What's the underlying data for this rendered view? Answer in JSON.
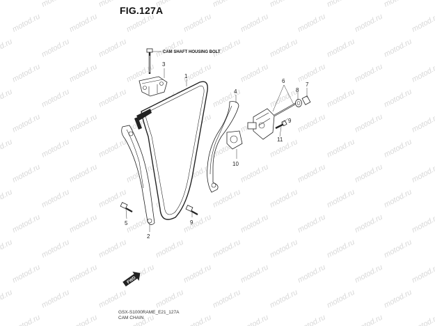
{
  "figure": {
    "title": "FIG.127A",
    "model_code": "GSX-S1000RAME_E21_127A",
    "section_name": "CAM CHAIN",
    "watermark": "motod.ru"
  },
  "notes": {
    "cam_shaft_housing_bolt": "CAM SHAFT HOUSING BOLT",
    "front_arrow": "FWD"
  },
  "callouts": [
    "1",
    "2",
    "3",
    "4",
    "5",
    "6",
    "7",
    "8",
    "9",
    "10",
    "11"
  ],
  "colors": {
    "line": "#222222",
    "watermark": "#d8d8d8",
    "background": "#ffffff"
  }
}
